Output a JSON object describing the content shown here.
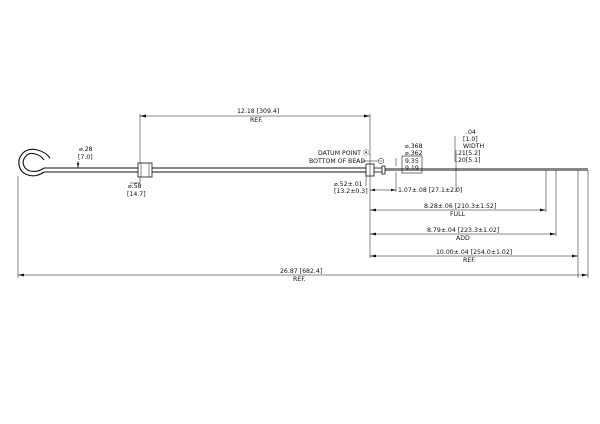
{
  "drawing": {
    "dim_overall": {
      "value": "26.87 [682.4]",
      "note": "REF."
    },
    "dim_handle_to_bead": {
      "value": "12.18 [309.4]",
      "note": "REF."
    },
    "dim_handle_wire": {
      "value": "⌀.28",
      "metric": "[7.0]"
    },
    "dim_sleeve": {
      "value": "⌀.58",
      "metric": "[14.7]"
    },
    "datum": {
      "line1": "DATUM POINT Ⓐ,",
      "line2": "BOTTOM OF BEAD",
      "symbol": "A"
    },
    "dim_bead_dia": {
      "value": "⌀.52±.01",
      "metric": "[13.2±0.3]"
    },
    "dim_stop_dia": {
      "value1": "⌀.368",
      "value2": "⌀.362",
      "metric1": "9.35",
      "metric2": "9.19"
    },
    "dim_width": {
      "v1": ".04",
      "v2": "[1.0]",
      "label": "WIDTH",
      "v3": ".21[5.2]",
      "v4": ".20[5.1]"
    },
    "dim_offset": {
      "value": "1.07±.08 [27.1±2.0]"
    },
    "dim_full": {
      "value": "8.28±.06 [210.3±1.52]",
      "note": "FULL"
    },
    "dim_add": {
      "value": "8.79±.04 [223.3±1.02]",
      "note": "ADD"
    },
    "dim_tip": {
      "value": "10.00±.04 [254.0±1.02]",
      "note": "REF."
    }
  }
}
